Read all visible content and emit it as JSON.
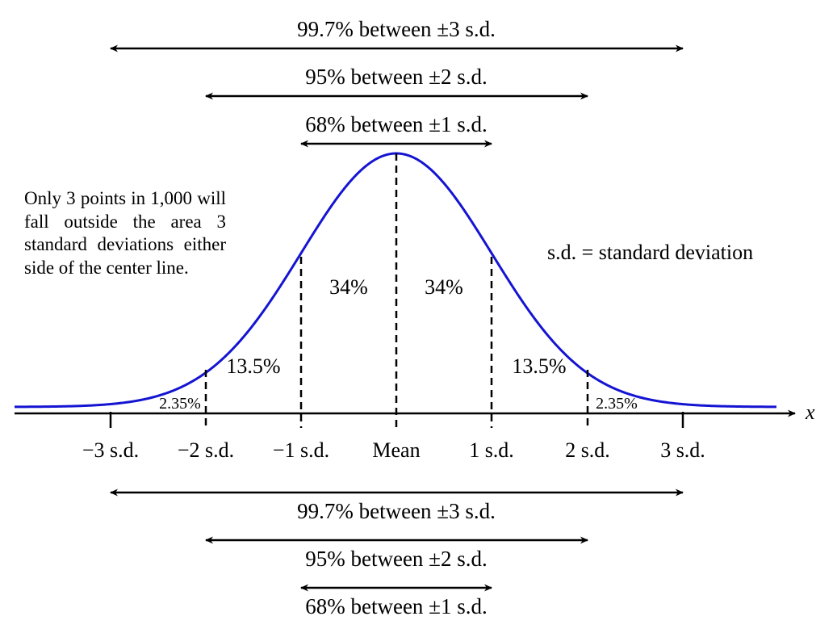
{
  "note": "Only 3 points in 1,000 will fall outside the area 3 standard deviations either side of the center line.",
  "legend_note": "s.d. = standard deviation",
  "axis_label": "x",
  "ticks": [
    "−3 s.d.",
    "−2 s.d.",
    "−1 s.d.",
    "Mean",
    "1 s.d.",
    "2 s.d.",
    "3 s.d."
  ],
  "region_percents": {
    "tail_left": "2.35%",
    "band2_left": "13.5%",
    "band1_left": "34%",
    "band1_right": "34%",
    "band2_right": "13.5%",
    "tail_right": "2.35%"
  },
  "ranges_top": [
    "99.7% between ±3 s.d.",
    "95% between ±2 s.d.",
    "68% between ±1 s.d."
  ],
  "ranges_bottom": [
    "99.7% between ±3 s.d.",
    "95% between ±2 s.d.",
    "68% between ±1 s.d."
  ],
  "colors": {
    "curve": "#1414d2",
    "ink": "#000000"
  },
  "chart_data": {
    "type": "line",
    "series": [
      {
        "function": "normal_pdf",
        "mean": 0,
        "sd": 1
      }
    ],
    "xlim": [
      -4,
      4
    ],
    "xticks": [
      -3,
      -2,
      -1,
      0,
      1,
      2,
      3
    ],
    "shares_percent": [
      2.35,
      13.5,
      34,
      34,
      13.5,
      2.35
    ],
    "ranges": [
      {
        "sd": 3,
        "percent": 99.7
      },
      {
        "sd": 2,
        "percent": 95
      },
      {
        "sd": 1,
        "percent": 68
      }
    ]
  }
}
